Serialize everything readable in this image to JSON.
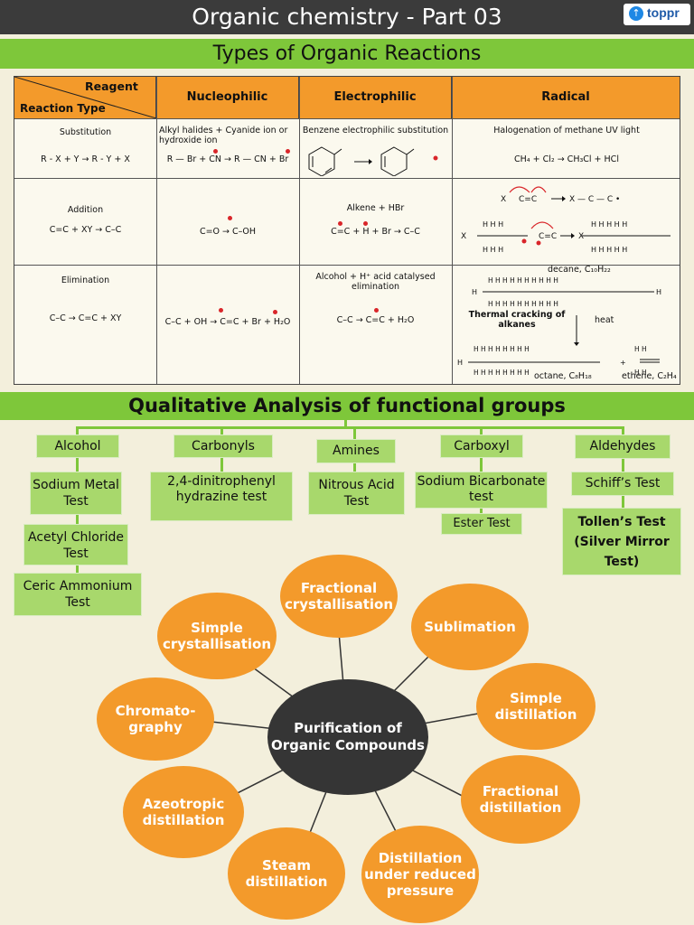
{
  "header": {
    "title": "Organic chemistry - Part 03",
    "logo_text": "toppr",
    "logo_icon": "arrow-up-icon"
  },
  "reactions": {
    "band_title": "Types of Organic Reactions",
    "corner_top": "Reagent",
    "corner_bottom": "Reaction Type",
    "columns": [
      "Nucleophilic",
      "Electrophilic",
      "Radical"
    ],
    "rows": [
      {
        "type": "Substitution",
        "type_formula": "R - X + Y → R - Y + X",
        "nucleophilic_desc": "Alkyl halides + Cyanide ion or hydroxide ion",
        "nucleophilic_formula": "R — Br + CN → R — CN + Br",
        "electrophilic_desc": "Benzene electrophilic substitution",
        "radical_desc": "Halogenation of methane UV light",
        "radical_formula": "CH₄ + Cl₂ → CH₃Cl + HCl"
      },
      {
        "type": "Addition",
        "type_formula": "C=C + XY → C–C",
        "nucleophilic_formula": "C=O → C–OH",
        "electrophilic_desc": "Alkene + HBr",
        "electrophilic_formula": "C=C + H + Br → C–C"
      },
      {
        "type": "Elimination",
        "type_formula": "C–C → C=C + XY",
        "nucleophilic_formula": "C–C + OH → C=C + Br + H₂O",
        "electrophilic_desc": "Alcohol + H⁺ acid catalysed elimination",
        "electrophilic_formula": "C–C → C=C + H₂O",
        "radical_decane": "decane, C₁₀H₂₂",
        "radical_thermal": "Thermal cracking of alkanes",
        "radical_heat": "heat",
        "radical_octane": "octane, C₈H₁₈",
        "radical_ethene": "ethene, C₂H₄"
      }
    ]
  },
  "qualitative": {
    "band_title": "Qualitative Analysis of functional groups",
    "groups": [
      {
        "name": "Alcohol",
        "tests": [
          "Sodium Metal Test",
          "Acetyl Chloride Test",
          "Ceric Ammonium Test"
        ]
      },
      {
        "name": "Carbonyls",
        "tests": [
          "2,4-dinitrophenyl hydrazine test"
        ]
      },
      {
        "name": "Amines",
        "tests": [
          "Nitrous Acid Test"
        ]
      },
      {
        "name": "Carboxyl",
        "tests": [
          "Sodium Bicarbonate test",
          "Ester Test"
        ]
      },
      {
        "name": "Aldehydes",
        "tests": [
          "Schiff’s Test",
          "Tollen’s Test (Silver Mirror Test)"
        ]
      }
    ]
  },
  "purification": {
    "center": "Purification of Organic Compounds",
    "methods": [
      "Fractional crystallisation",
      "Sublimation",
      "Simple distillation",
      "Fractional distillation",
      "Distillation under reduced pressure",
      "Steam distillation",
      "Azeotropic distillation",
      "Chromato- graphy",
      "Simple crystallisation"
    ]
  },
  "colors": {
    "orange": "#f39a2b",
    "green": "#7ec73a",
    "light_green": "#a8d86c",
    "dark": "#353535",
    "background": "#f3efdc"
  }
}
